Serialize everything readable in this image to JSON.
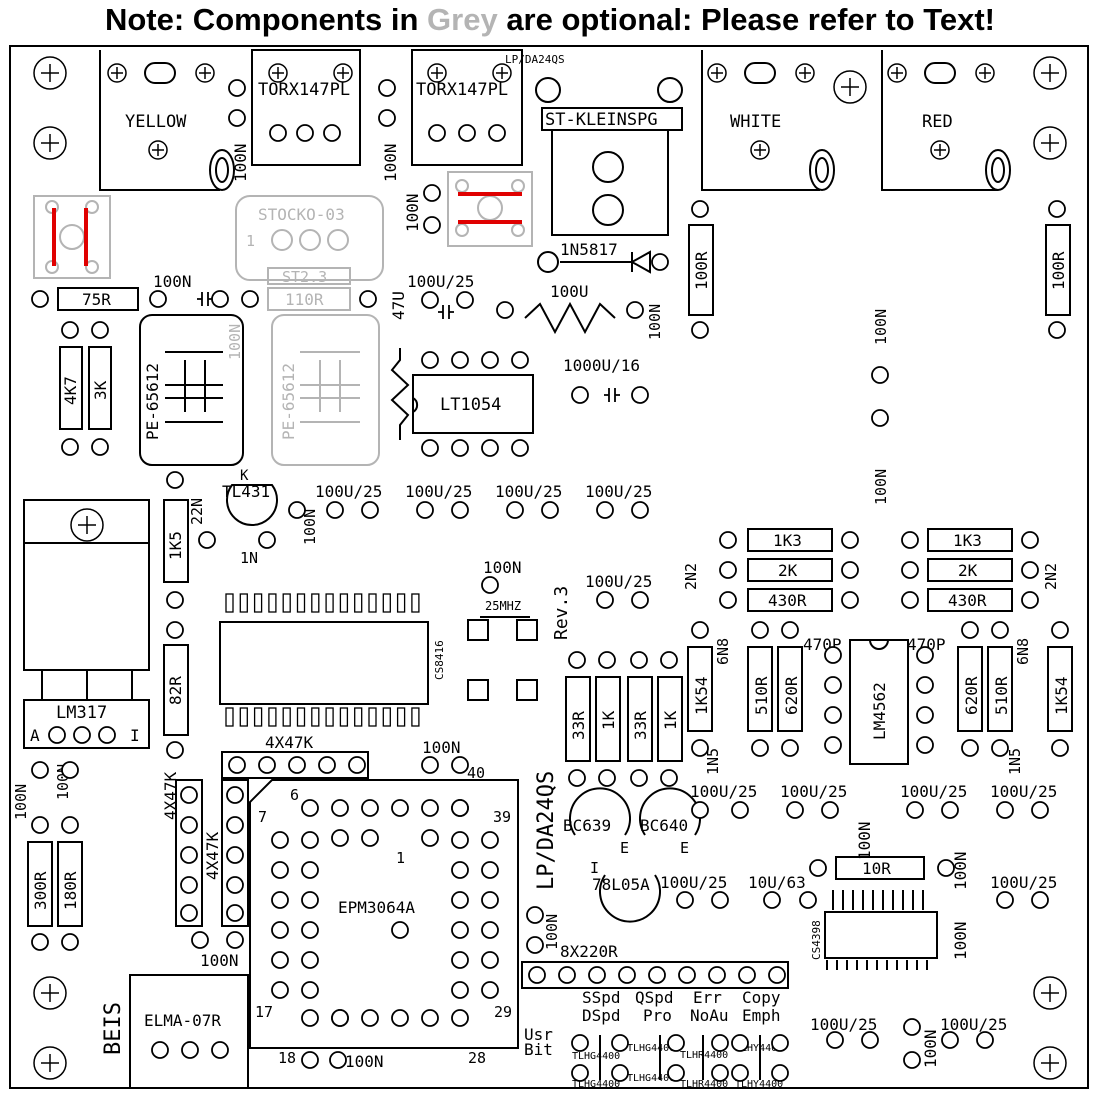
{
  "header": {
    "note_pre": "Note: Components in ",
    "note_grey": "Grey",
    "note_post": " are optional: Please refer to Text!"
  },
  "colors": {
    "ink": "#000000",
    "optional": "#b4b4b4",
    "jumper": "#e00000",
    "board_bg": "#ffffff"
  },
  "connectors": {
    "yellow": "YELLOW",
    "white": "WHITE",
    "red": "RED",
    "torx_left": "TORX147PL",
    "torx_right": "TORX147PL",
    "st_klein": "ST-KLEINSPG",
    "lp_top": "LP/DA24QS",
    "stocko": "STOCKO-03",
    "stocko_pin": "1",
    "st23": "ST2.3",
    "elma": "ELMA-07R",
    "beis": "BEIS"
  },
  "ics": {
    "lt1054": "LT1054",
    "lm317": "LM317",
    "lm317_pins": {
      "a": "A",
      "i": "I"
    },
    "tl431": "TL431",
    "pe_left": "PE-65612",
    "pe_right": "PE-65612",
    "cs8416": "CS8416",
    "cs4398": "CS4398",
    "lm4562": "LM4562",
    "epm": "EPM3064A",
    "bc639": "BC639",
    "bc640": "BC640",
    "l78": "78L05A",
    "xtal": "25MHZ",
    "rev": "Rev.3",
    "lp_big": "LP/DA24QS"
  },
  "resistors": {
    "r75": "75R",
    "r110": "110R",
    "r4k7": "4K7",
    "r3k": "3K",
    "r100_top": "100R",
    "r100_right": "100R",
    "r1k5": "1K5",
    "r82": "82R",
    "r300": "300R",
    "r180": "180R",
    "r33a": "33R",
    "r1ka": "1K",
    "r33b": "33R",
    "r1kb": "1K",
    "r1k3_l": "1K3",
    "r2k_l": "2K",
    "r430_l": "430R",
    "r1k3_r": "1K3",
    "r2k_r": "2K",
    "r430_r": "430R",
    "r1k54_l": "1K54",
    "r510_l": "510R",
    "r620_l": "620R",
    "r620_r": "620R",
    "r510_r": "510R",
    "r1k54_r": "1K54",
    "r10": "10R",
    "rn_4x47_top": "4X47K",
    "rn_4x47_a": "4X47K",
    "rn_4x47_b": "4X47K",
    "rn_8x220": "8X220R"
  },
  "caps": {
    "c100n": "100N",
    "c100u25": "100U/25",
    "c47u": "47U",
    "c100u": "100U",
    "c1000u16": "1000U/16",
    "c22n": "22N",
    "c1n": "1N",
    "c2n2": "2N2",
    "c6n8": "6N8",
    "c470p": "470P",
    "c1n5": "1N5",
    "c10u63": "10U/63",
    "diode": "1N5817"
  },
  "pins": {
    "plcc_40": "40",
    "plcc_39": "39",
    "plcc_6": "6",
    "plcc_7": "7",
    "plcc_1": "1",
    "plcc_17": "17",
    "plcc_29": "29",
    "plcc_18": "18",
    "plcc_28": "28",
    "ic_k": "K",
    "trans_e": "E",
    "trans_i": "I"
  },
  "leds": {
    "ssp": "SSpd",
    "qsp": "QSpd",
    "err": "Err",
    "copy": "Copy",
    "dsp": "DSpd",
    "pro": "Pro",
    "noau": "NoAu",
    "emph": "Emph",
    "usr": "Usr",
    "bit": "Bit",
    "hg1": "TLHG4400",
    "hg2": "TLHG4400",
    "hr1": "TLHR4400",
    "hy1": "TLHY4400",
    "hg3": "TLHG4400",
    "hg4": "TLHG4400",
    "hr2": "TLHR4400",
    "hy2": "TLHY4400"
  }
}
